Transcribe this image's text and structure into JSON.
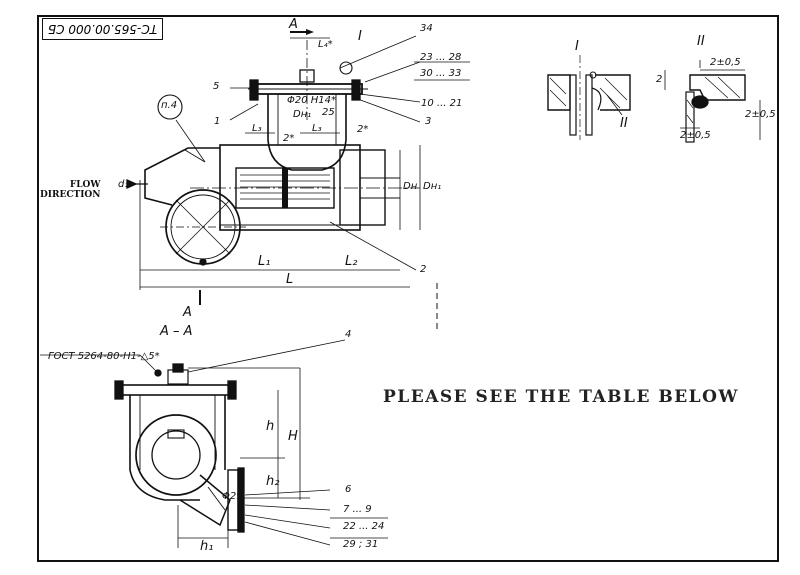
{
  "stamp": "ТС-565.00.000 СБ",
  "flow_direction": [
    "FLOW",
    "DIRECTION"
  ],
  "note": "PLEASE SEE THE TABLE BELOW",
  "section": {
    "cut_mark": "A",
    "title": "A – A"
  },
  "details": {
    "one": "I",
    "two": "II"
  },
  "callouts": {
    "c34": "34",
    "c23_28": "23 ... 28",
    "c30_33": "30 ... 33",
    "c10_21": "10 ... 21",
    "c5": "5",
    "c1": "1",
    "c3": "3",
    "c2": "2",
    "p4": "п.4",
    "c4": "4",
    "c6": "6",
    "c7_9": "7 ... 9",
    "c22_24": "22 ... 24",
    "c29_31": "29 ; 31"
  },
  "dims": {
    "L4": "L₄*",
    "L3": "L₃",
    "L3b": "L₃",
    "phi20": "Φ20 H14*",
    "Du": "Dн₁",
    "d25": "25",
    "two_star_a": "2*",
    "two_star_b": "2*",
    "d1": "d₁",
    "Dn": "Dн",
    "Dn1": "Dн₁",
    "L1": "L₁",
    "L2": "L₂",
    "L": "L",
    "h": "h",
    "H": "H",
    "h2": "h₂",
    "h1": "h₁",
    "phi29": "Φ29",
    "gost": "ГОСТ 5264-80-Н1-△5*",
    "d2_05a": "2±0,5",
    "d2_05b": "2±0,5",
    "d2_05c": "2±0,5",
    "d2": "2"
  }
}
